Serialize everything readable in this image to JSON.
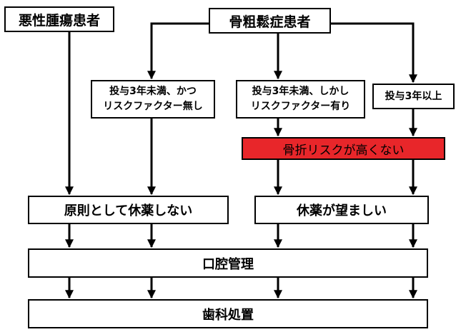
{
  "nodes": {
    "malignant": "悪性腫瘍患者",
    "osteoporosis": "骨粗鬆症患者",
    "cond_lt3_norisk": [
      "投与3年未満、かつ",
      "リスクファクター無し"
    ],
    "cond_lt3_risk": [
      "投与3年未満、しかし",
      "リスクファクター有り"
    ],
    "cond_ge3": "投与3年以上",
    "fracture_risk_low": "骨折リスクが高くない",
    "no_discontinue": "原則として休薬しない",
    "discontinue_desirable": "休薬が望ましい",
    "oral_care": "口腔管理",
    "dental_treatment": "歯科処置"
  },
  "colors": {
    "highlight": "#e8262a",
    "line": "#000000"
  }
}
